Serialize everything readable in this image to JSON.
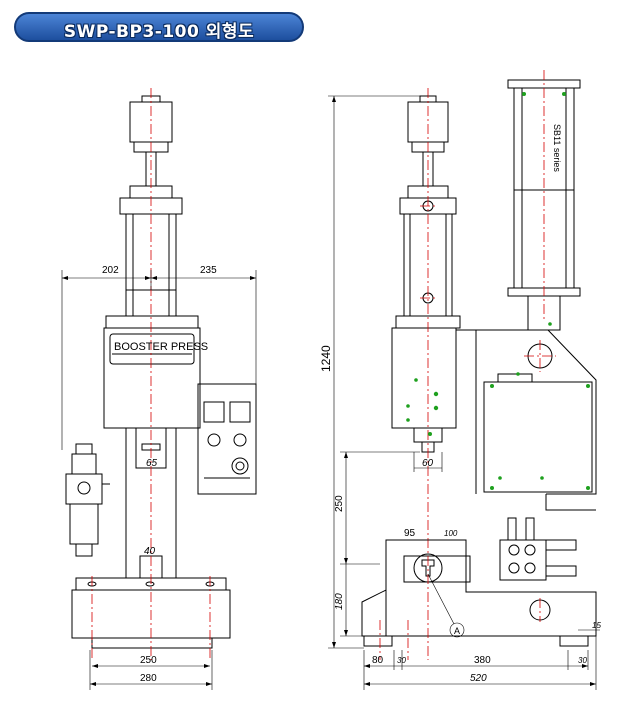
{
  "title": "SWP-BP3-100 외형도",
  "panel_label": "BOOSTER PRESS",
  "cylinder_label": "SB11 series",
  "dimensions": {
    "width_left": "202",
    "width_right": "235",
    "bore_small": "65",
    "bore_rod": "40",
    "base_inner": "250",
    "base_outer": "280",
    "total_height": "1240",
    "stroke_height": "250",
    "base_height": "180",
    "tool_width": "60",
    "throat": "95",
    "throat_small": "100",
    "seg_80": "80",
    "seg_30_a": "30",
    "seg_380": "380",
    "seg_30_b": "30",
    "total_depth": "520",
    "foot": "15",
    "detail_marker": "A"
  }
}
